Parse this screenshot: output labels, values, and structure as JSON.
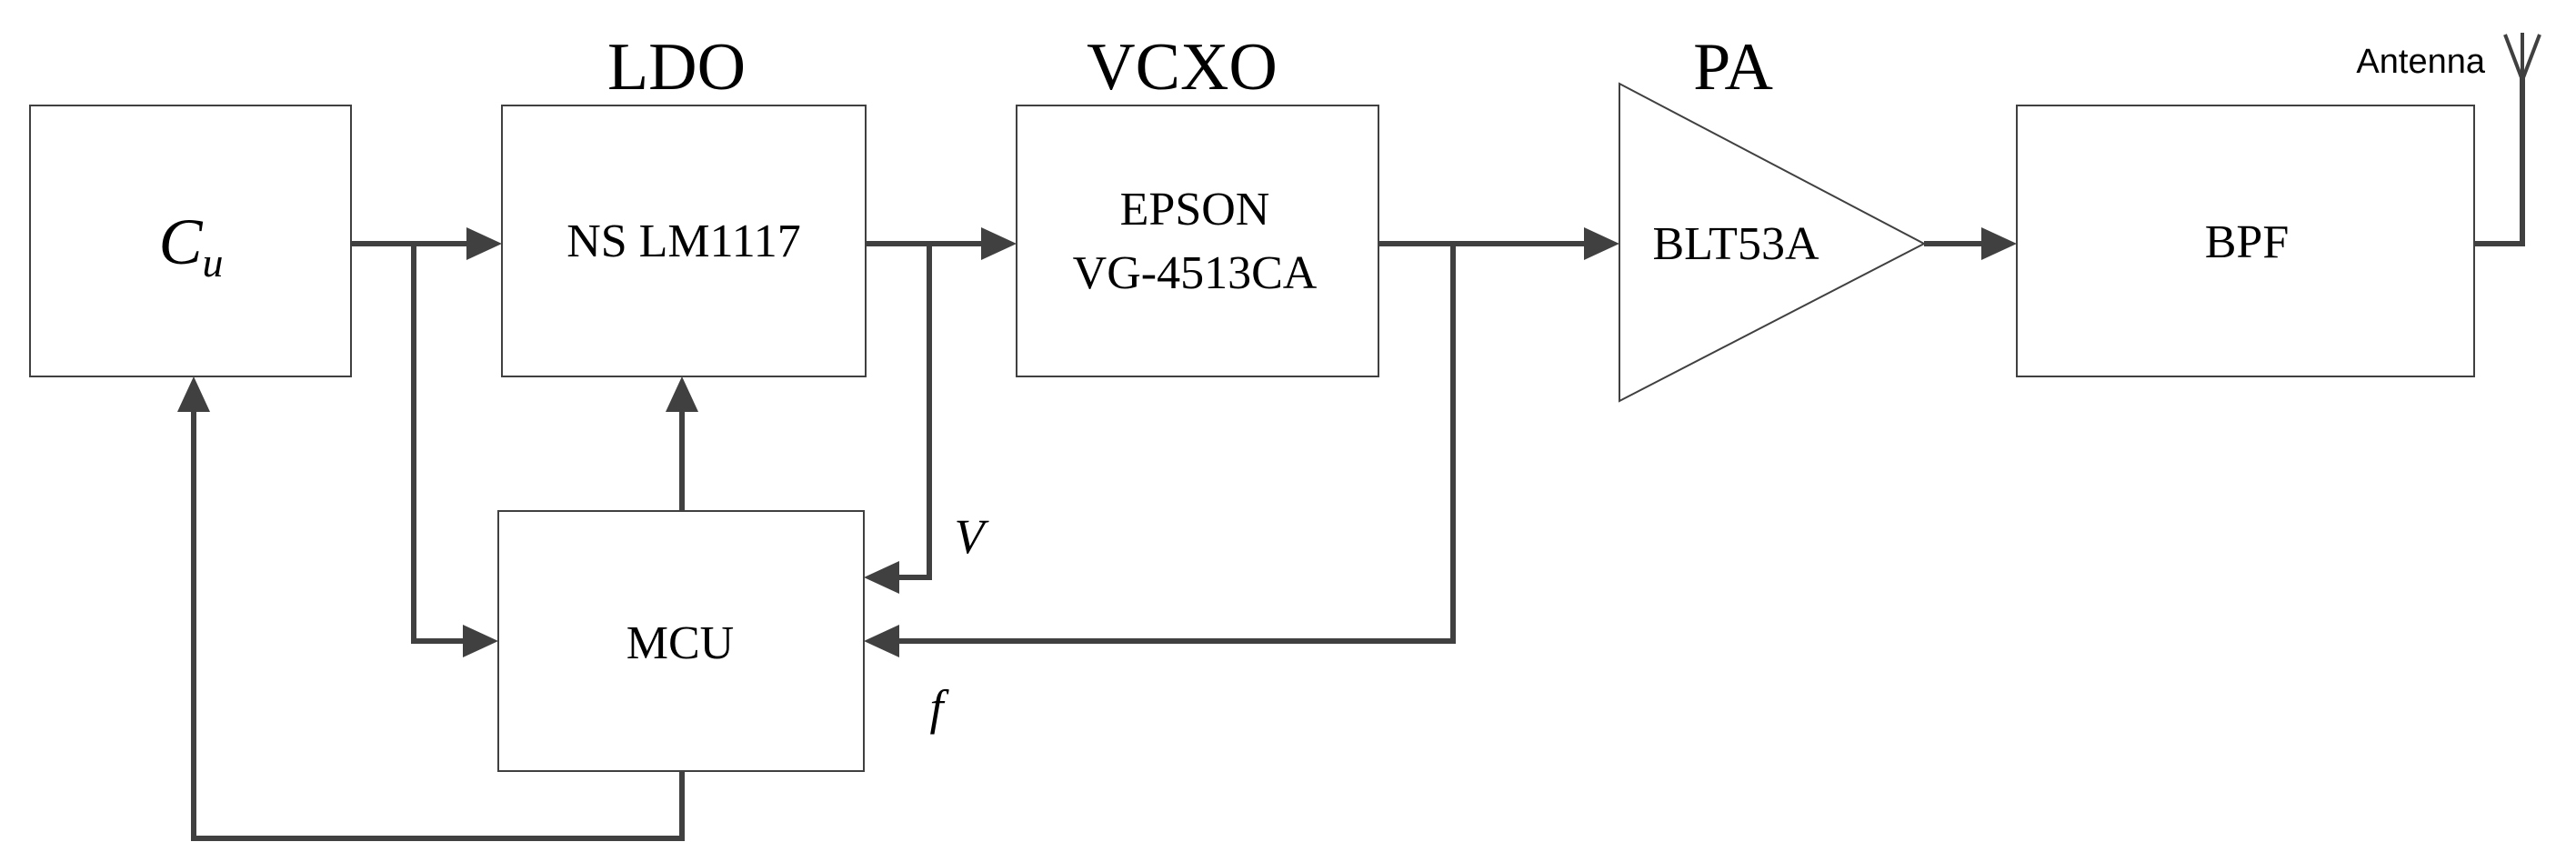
{
  "blocks": {
    "cu": {
      "symbol": "C",
      "subscript": "u"
    },
    "ldo": {
      "title": "LDO",
      "part": "NS LM1117"
    },
    "vcxo": {
      "title": "VCXO",
      "line1": "EPSON",
      "line2": "VG-4513CA"
    },
    "pa": {
      "title": "PA",
      "part": "BLT53A"
    },
    "bpf": {
      "label": "BPF"
    },
    "mcu": {
      "label": "MCU"
    }
  },
  "antenna": {
    "label": "Antenna"
  },
  "signals": {
    "voltage": "V",
    "frequency": "f"
  }
}
